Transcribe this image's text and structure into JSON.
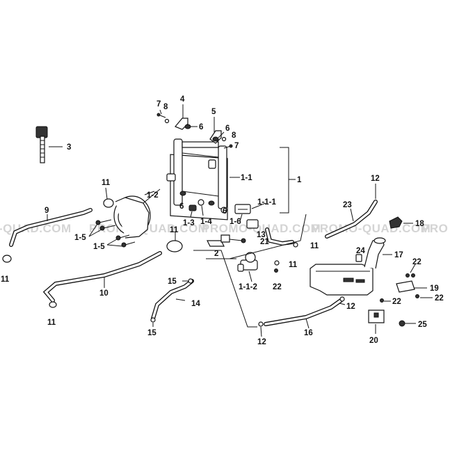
{
  "watermark": {
    "segments": [
      "-QUAD.COM",
      "PROMO-QUAD.COM",
      "PROMO-QUAD.COM",
      "PROMO-QUAD.COM",
      "PRO"
    ]
  },
  "callouts": {
    "c1": "1",
    "c1_1": "1-1",
    "c1_1_1": "1-1-1",
    "c1_1_2": "1-1-2",
    "c1_2": "1-2",
    "c1_3": "1-3",
    "c1_4": "1-4",
    "c1_5a": "1-5",
    "c1_5b": "1-5",
    "c1_6": "1-6",
    "c2": "2",
    "c3": "3",
    "c4": "4",
    "c5": "5",
    "c6a": "6",
    "c6b": "6",
    "c6c": "6",
    "c6d": "6",
    "c7a": "7",
    "c7b": "7",
    "c8a": "8",
    "c8b": "8",
    "c9": "9",
    "c10": "10",
    "c11a": "11",
    "c11b": "11",
    "c11c": "11",
    "c11d": "11",
    "c11e": "11",
    "c11f": "11",
    "c12a": "12",
    "c12b": "12",
    "c12c": "12",
    "c13": "13",
    "c14": "14",
    "c15a": "15",
    "c15b": "15",
    "c16": "16",
    "c17": "17",
    "c18": "18",
    "c19": "19",
    "c20": "20",
    "c21": "21",
    "c22a": "22",
    "c22b": "22",
    "c22c": "22",
    "c22d": "22",
    "c23": "23",
    "c24": "24",
    "c25": "25"
  },
  "colors": {
    "ink": "#111111",
    "watermark": "#d4d4d4",
    "background": "#ffffff"
  }
}
